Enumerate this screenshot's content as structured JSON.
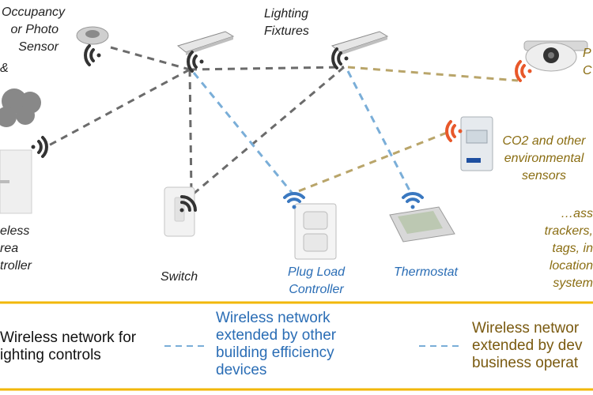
{
  "colors": {
    "dark_dash": "#6b6b6b",
    "blue_dash": "#7aaed8",
    "gold_dash": "#b9a56a",
    "wifi_dark": "#333333",
    "wifi_orange": "#e8582a",
    "wifi_blue": "#3a78c0",
    "legend_rule": "#f2b705"
  },
  "labels": {
    "occupancy": "Occupancy\nor Photo\nSensor",
    "amp": "&",
    "lighting": "Lighting\nFixtures",
    "camera": "P\nC",
    "co2": "CO2 and other\nenvironmental\nsensors",
    "asset": "…ass\ntrackers,\ntags, in\nlocation\nsystem",
    "area_controller": "eless\nrea\ntroller",
    "switch": "Switch",
    "plug": "Plug Load\nController",
    "thermostat": "Thermostat"
  },
  "legend": {
    "item1": "Wireless network for\nighting controls",
    "item2": "Wireless network\nextended by other\nbuilding efficiency\ndevices",
    "item3": "Wireless networ\nextended by dev\nbusiness operat"
  }
}
